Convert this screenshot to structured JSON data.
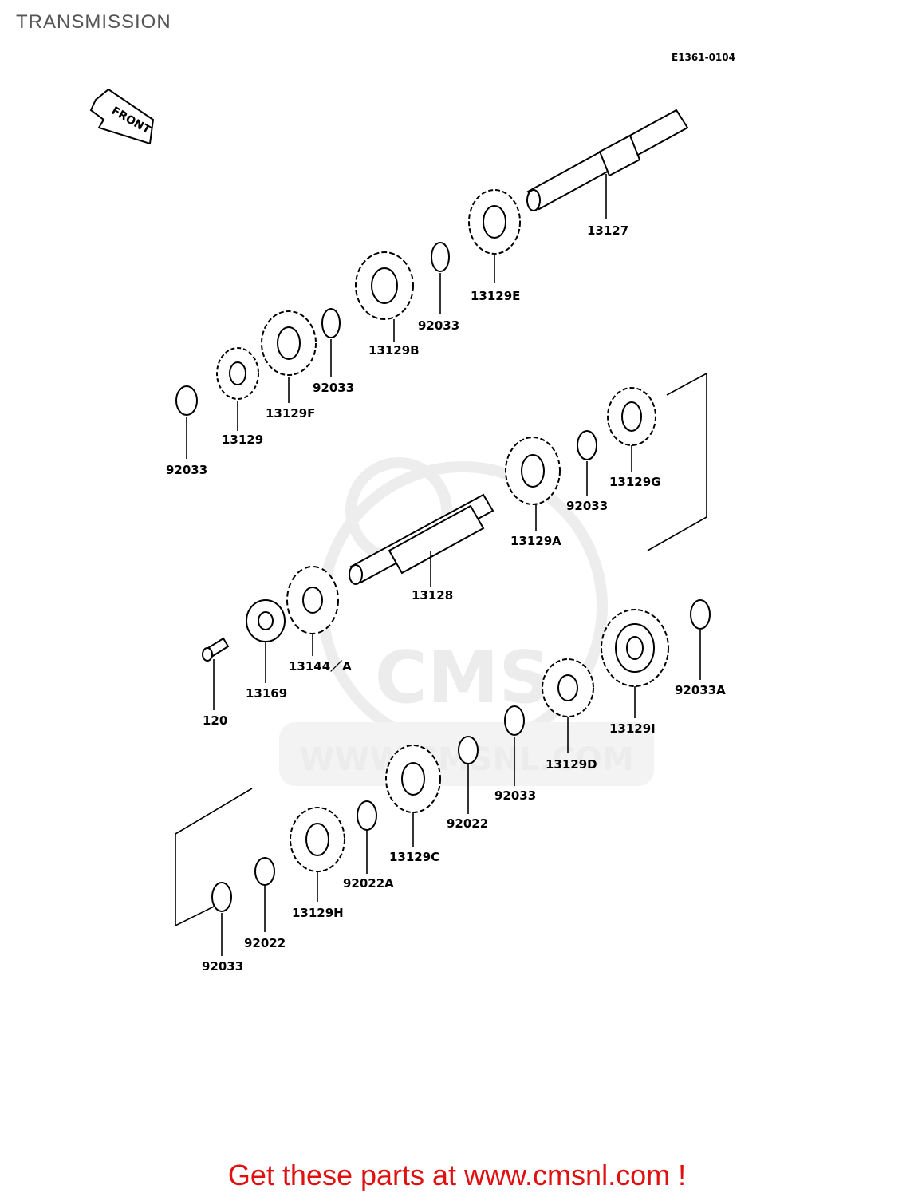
{
  "page": {
    "title": "TRANSMISSION"
  },
  "diagram": {
    "code": "E1361-0104",
    "front_label": "FRONT",
    "watermark": "WWW.CMSNL.COM",
    "watermark_logo": "CMS",
    "parts": [
      "13127",
      "13129E",
      "92033",
      "13129B",
      "92033",
      "13129F",
      "13129",
      "92033",
      "13129G",
      "92033",
      "13129A",
      "13128",
      "13144／A",
      "13169",
      "120",
      "92033A",
      "13129I",
      "13129D",
      "92033",
      "92022",
      "13129C",
      "92022A",
      "13129H",
      "92022",
      "92033"
    ]
  },
  "footer": {
    "promo": "Get these parts at www.cmsnl.com !"
  },
  "colors": {
    "promo": "#e01010",
    "title": "#555555"
  }
}
